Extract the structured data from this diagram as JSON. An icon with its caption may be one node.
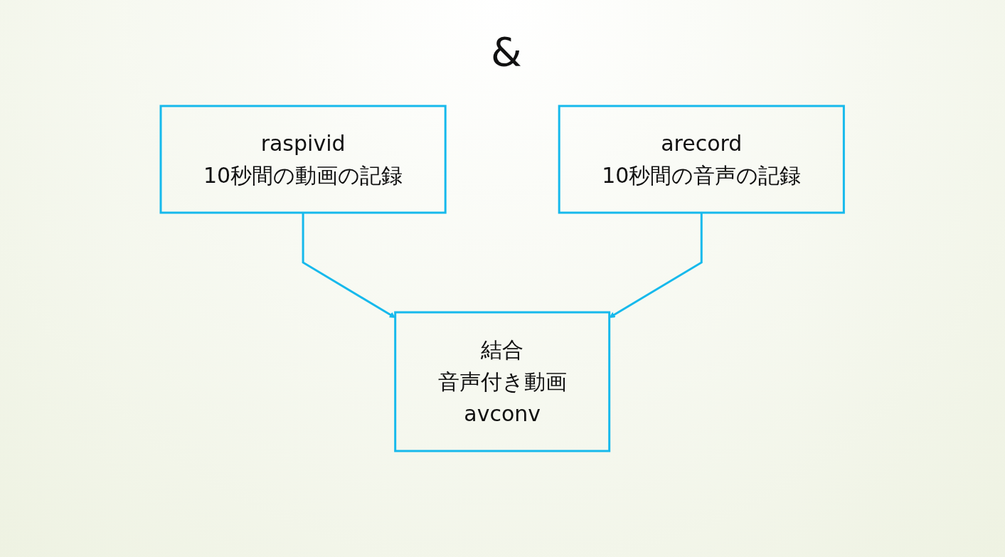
{
  "diagram": {
    "nodes": [
      {
        "text": [
          "raspivid",
          "10秒間の動画の記録"
        ]
      },
      {
        "text": [
          "arecord",
          "10秒間の音声の記録"
        ]
      },
      {
        "text": [
          "結合",
          "音声付き動画",
          "avconv"
        ]
      }
    ],
    "edges": [
      {
        "from": 0,
        "to": 2,
        "arrow": "to"
      },
      {
        "from": 1,
        "to": 2,
        "arrow": "to"
      }
    ],
    "labels": [
      "&"
    ]
  }
}
